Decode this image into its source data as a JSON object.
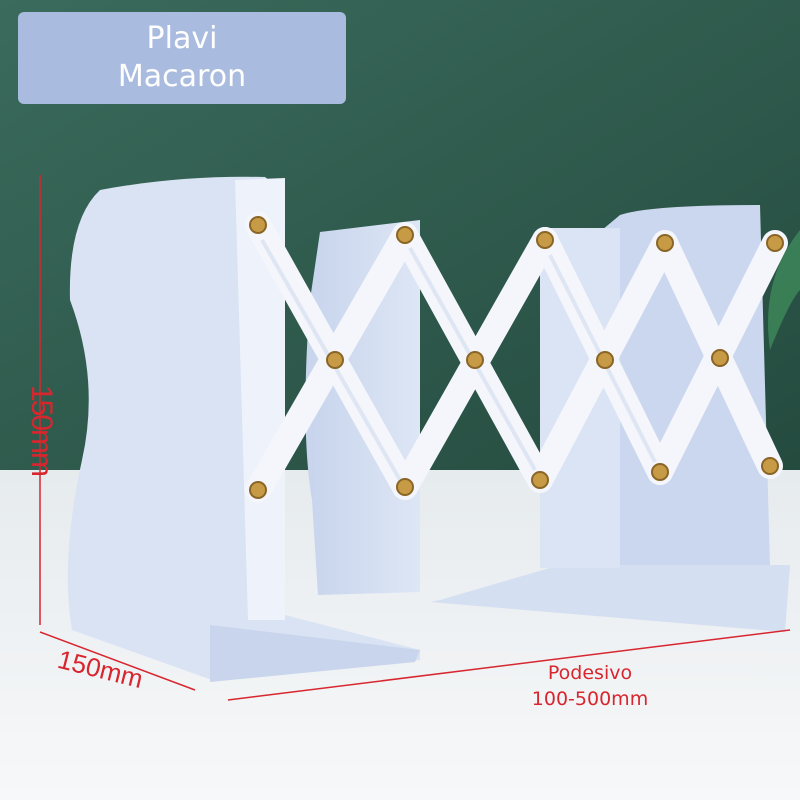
{
  "label": {
    "line1": "Plavi",
    "line2": "Macaron"
  },
  "dimensions": {
    "height": "150mm",
    "depth": "150mm",
    "range_title": "Podesivo",
    "range_value": "100-500mm"
  },
  "colors": {
    "wall": "#2f5b4d",
    "table": "#eef1f2",
    "bookend": "#d6e1f3",
    "scissor": "#f4f6fb",
    "rivet": "#c79a45",
    "label_bg": "#a9bbde",
    "dimension": "#d8262e"
  }
}
